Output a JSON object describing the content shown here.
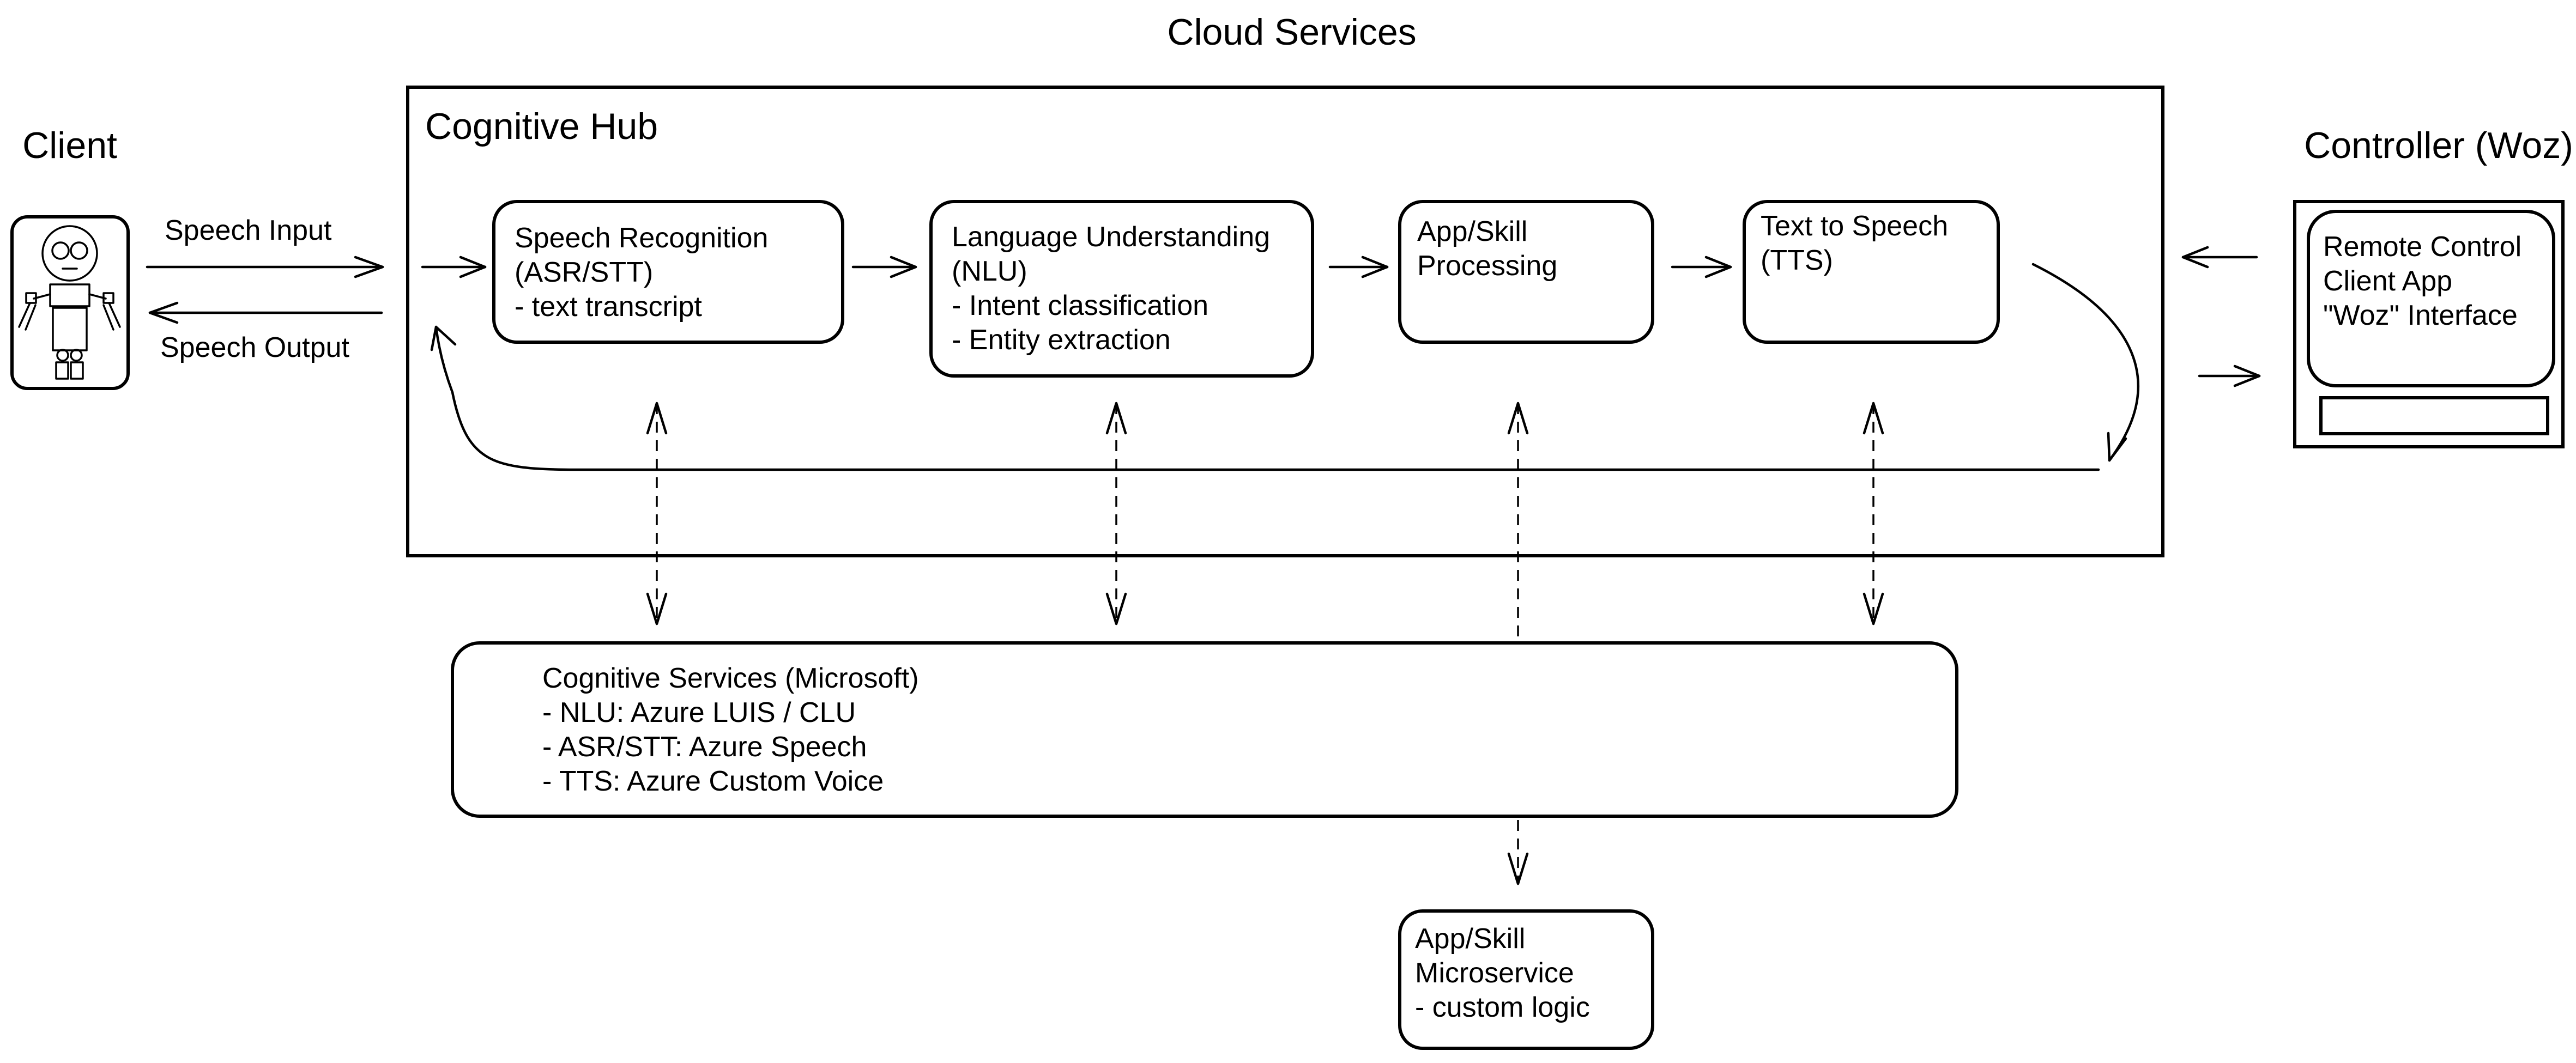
{
  "diagram": {
    "title": "Cloud Services",
    "client_label": "Client",
    "controller_label": "Controller (Woz)",
    "hub_label": "Cognitive Hub",
    "speech_input": "Speech Input",
    "speech_output": "Speech Output",
    "nodes": {
      "asr": [
        "Speech Recognition",
        "(ASR/STT)",
        "- text transcript"
      ],
      "nlu": [
        "Language Understanding",
        "(NLU)",
        "- Intent classification",
        "- Entity extraction"
      ],
      "app": [
        "App/Skill",
        "Processing"
      ],
      "tts": [
        "Text to Speech",
        "(TTS)"
      ],
      "cognitive_services": [
        "Cognitive Services (Microsoft)",
        "- NLU: Azure LUIS / CLU",
        "- ASR/STT: Azure Speech",
        "- TTS: Azure Custom Voice"
      ],
      "microservice": [
        "App/Skill",
        "Microservice",
        "- custom logic"
      ],
      "remote_app": [
        "Remote Control",
        "Client App",
        "",
        "\"Woz\" Interface"
      ]
    }
  }
}
